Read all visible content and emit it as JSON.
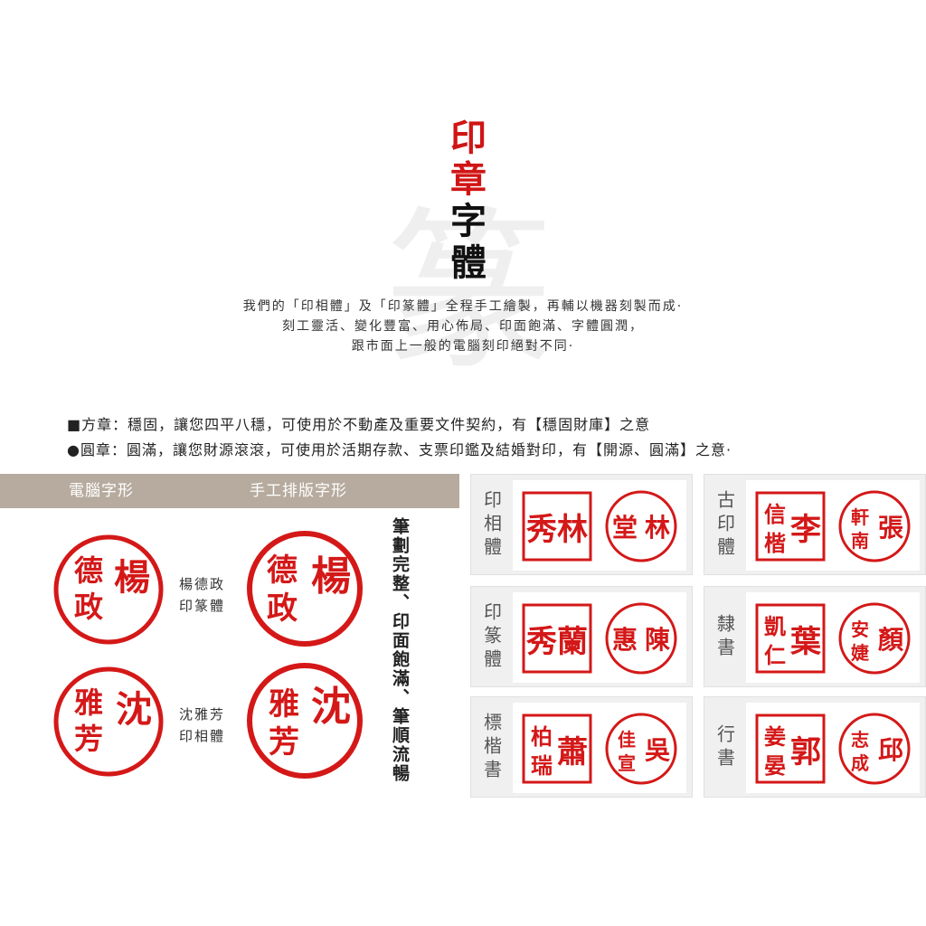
{
  "title": {
    "line1": "印",
    "line2": "章",
    "line3": "字",
    "line4": "體"
  },
  "watermark_char": "篆",
  "intro": {
    "line1": "我們的「印相體」及「印篆體」全程手工繪製，再輔以機器刻製而成·",
    "line2": "刻工靈活、變化豐富、用心佈局、印面飽滿、字體圓潤，",
    "line3": "跟市面上一般的電腦刻印絕對不同·"
  },
  "notes": {
    "square": "■方章：穩固，讓您四平八穩，可使用於不動產及重要文件契約，有【穩固財庫】之意",
    "round": "●圓章：圓滿，讓您財源滾滾，可使用於活期存款、支票印鑑及結婚對印，有【開源、圓滿】之意·"
  },
  "comparison": {
    "header_left": "電腦字形",
    "header_right": "手工排版字形",
    "row1_caption_name": "楊德政",
    "row1_caption_style": "印篆體",
    "row2_caption_name": "沈雅芳",
    "row2_caption_style": "印相體",
    "vertical_text": "筆劃完整、印面飽滿、筆順流暢",
    "row1_seal_chars": [
      "楊",
      "德",
      "政"
    ],
    "row2_seal_chars": [
      "沈",
      "雅",
      "芳"
    ]
  },
  "styles": [
    {
      "label": "印相體",
      "square_chars": [
        "林",
        "秀"
      ],
      "round_chars": [
        "林",
        "堂"
      ]
    },
    {
      "label": "古印體",
      "square_chars": [
        "李",
        "信",
        "楷"
      ],
      "round_chars": [
        "張",
        "軒",
        "南"
      ]
    },
    {
      "label": "印篆體",
      "square_chars": [
        "蘭",
        "秀"
      ],
      "round_chars": [
        "陳",
        "惠"
      ]
    },
    {
      "label": "隸書",
      "square_chars": [
        "葉",
        "凱",
        "仁"
      ],
      "round_chars": [
        "顏",
        "安",
        "婕"
      ]
    },
    {
      "label": "標楷書",
      "square_chars": [
        "蕭",
        "柏",
        "瑞"
      ],
      "round_chars": [
        "吳",
        "佳",
        "宣"
      ]
    },
    {
      "label": "行書",
      "square_chars": [
        "郭",
        "姜",
        "晏"
      ],
      "round_chars": [
        "邱",
        "志",
        "成"
      ]
    }
  ],
  "colors": {
    "accent_red": "#d41818",
    "band": "#b6ab9e",
    "panel_bg": "#f0f0f0"
  }
}
